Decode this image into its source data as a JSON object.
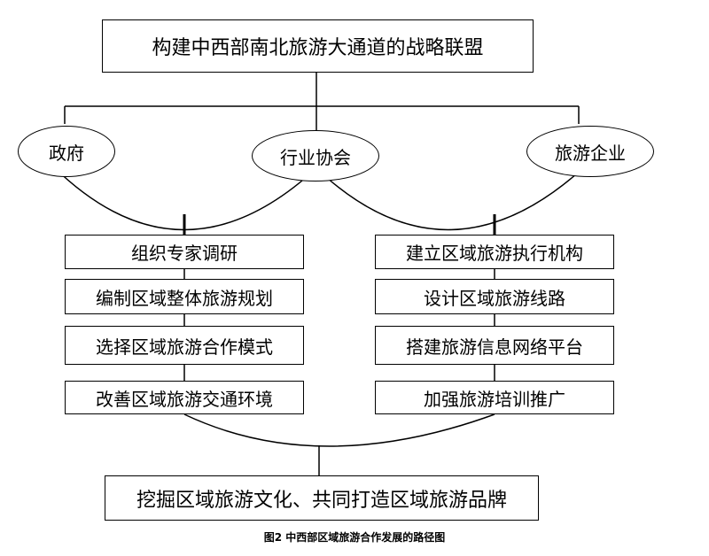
{
  "top_box": "构建中西部南北旅游大通道的战略联盟",
  "actors": [
    "政府",
    "行业协会",
    "旅游企业"
  ],
  "left_steps": [
    "组织专家调研",
    "编制区域整体旅游规划",
    "选择区域旅游合作模式",
    "改善区域旅游交通环境"
  ],
  "right_steps": [
    "建立区域旅游执行机构",
    "设计区域旅游线路",
    "搭建旅游信息网络平台",
    "加强旅游培训推广"
  ],
  "bottom_box": "挖掘区域旅游文化、共同打造区域旅游品牌",
  "caption": "图2 中西部区域旅游合作发展的路径图"
}
